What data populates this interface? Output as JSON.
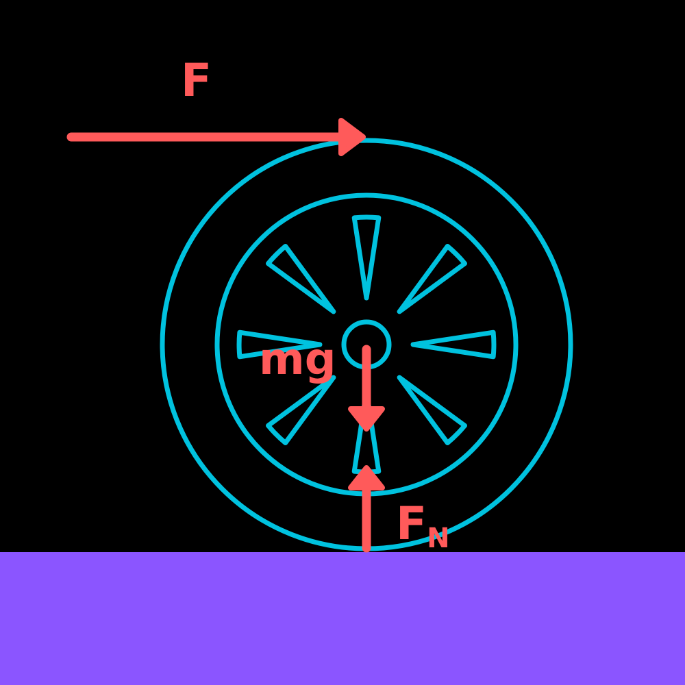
{
  "colors": {
    "background": "#000000",
    "ground": "#8B55FF",
    "wheel": "#00C2DF",
    "force": "#FF5A5A"
  },
  "forces": {
    "applied": {
      "label": "F"
    },
    "weight": {
      "label": "mg"
    },
    "normal": {
      "label": "F",
      "subscript": "N"
    }
  }
}
